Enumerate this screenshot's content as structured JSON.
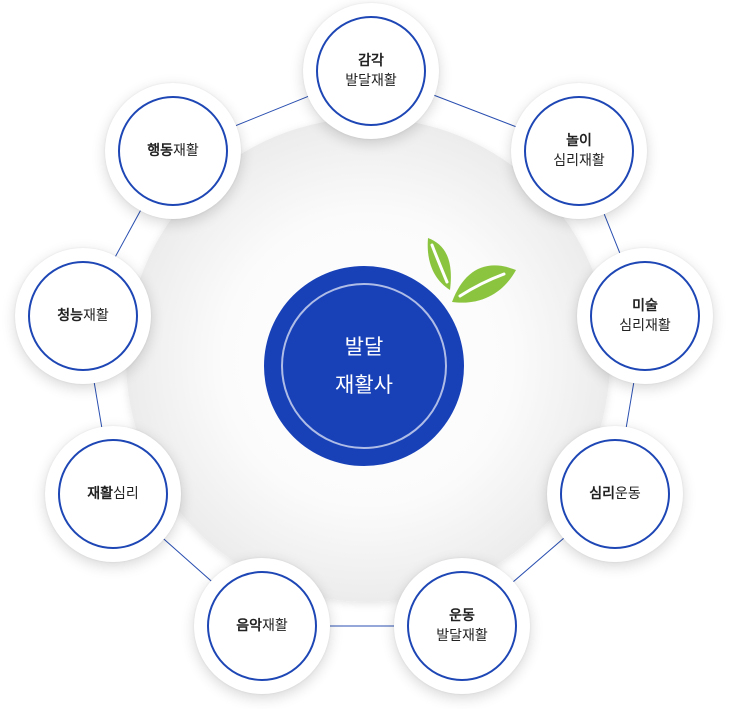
{
  "center": {
    "line1": "발달",
    "line2": "재활사"
  },
  "nodes": [
    {
      "id": "sensory-development",
      "bold": "감각",
      "regular": "발달재활",
      "two_line": true
    },
    {
      "id": "play-psychology",
      "bold": "놀이",
      "regular": "심리재활",
      "two_line": true
    },
    {
      "id": "art-psychology",
      "bold": "미술",
      "regular": "심리재활",
      "two_line": true
    },
    {
      "id": "psychomotor",
      "bold": "심리",
      "regular": "운동",
      "two_line": false
    },
    {
      "id": "motor-development",
      "bold": "운동",
      "regular": "발달재활",
      "two_line": true
    },
    {
      "id": "music-rehab",
      "bold": "음악",
      "regular": "재활",
      "two_line": false
    },
    {
      "id": "rehab-psychology",
      "bold": "재활",
      "regular": "심리",
      "two_line": false
    },
    {
      "id": "hearing-rehab",
      "bold": "청능",
      "regular": "재활",
      "two_line": false
    },
    {
      "id": "behavior-rehab",
      "bold": "행동",
      "regular": "재활",
      "two_line": false
    }
  ],
  "colors": {
    "accent_blue": "#1841b8",
    "leaf_green": "#8bc53f"
  }
}
